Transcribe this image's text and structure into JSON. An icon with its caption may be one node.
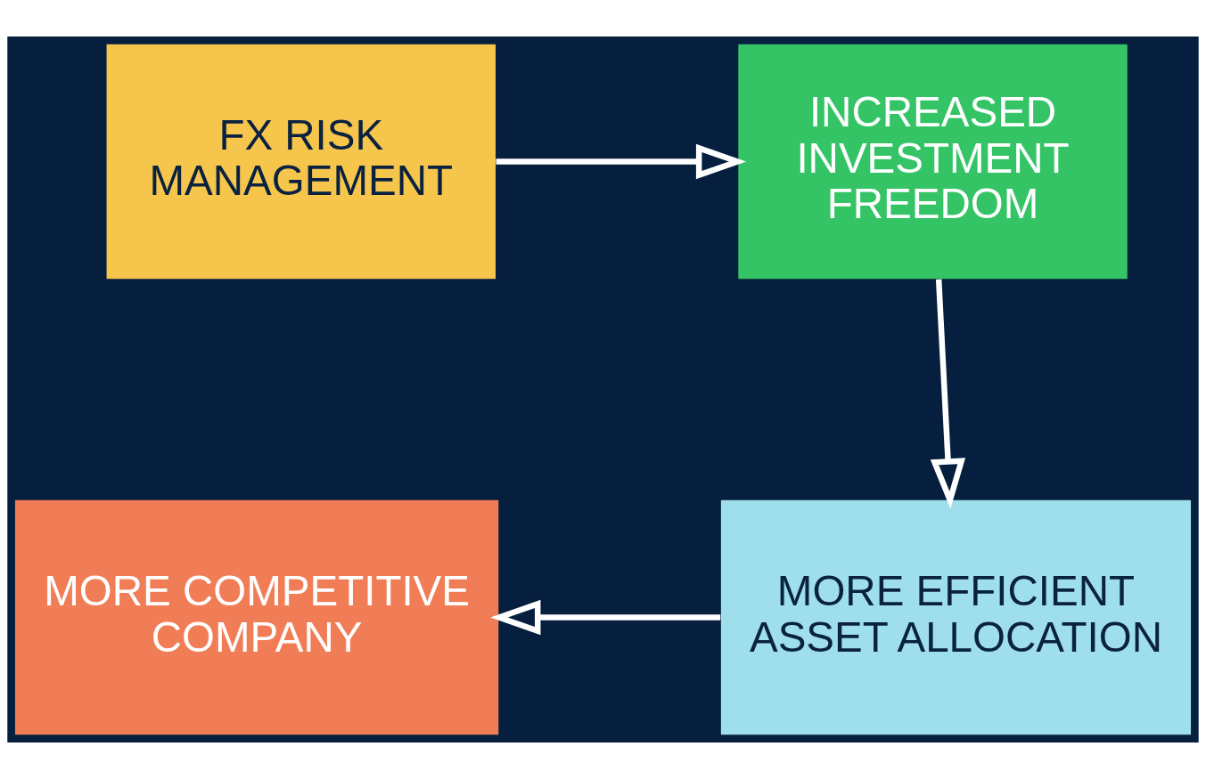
{
  "diagram": {
    "nodes": [
      {
        "text": [
          "FX RISK MANAGEMENT"
        ]
      },
      {
        "text": [
          "INCREASED INVESTMENT FREEDOM"
        ]
      },
      {
        "text": [
          "MORE EFFICIENT ASSET ALLOCATION"
        ]
      },
      {
        "text": [
          "MORE COMPETITIVE COMPANY"
        ]
      }
    ],
    "edges": [
      {
        "from": 0,
        "to": 1,
        "arrow": "to"
      },
      {
        "from": 1,
        "to": 2,
        "arrow": "to"
      },
      {
        "from": 2,
        "to": 3,
        "arrow": "to"
      }
    ]
  }
}
